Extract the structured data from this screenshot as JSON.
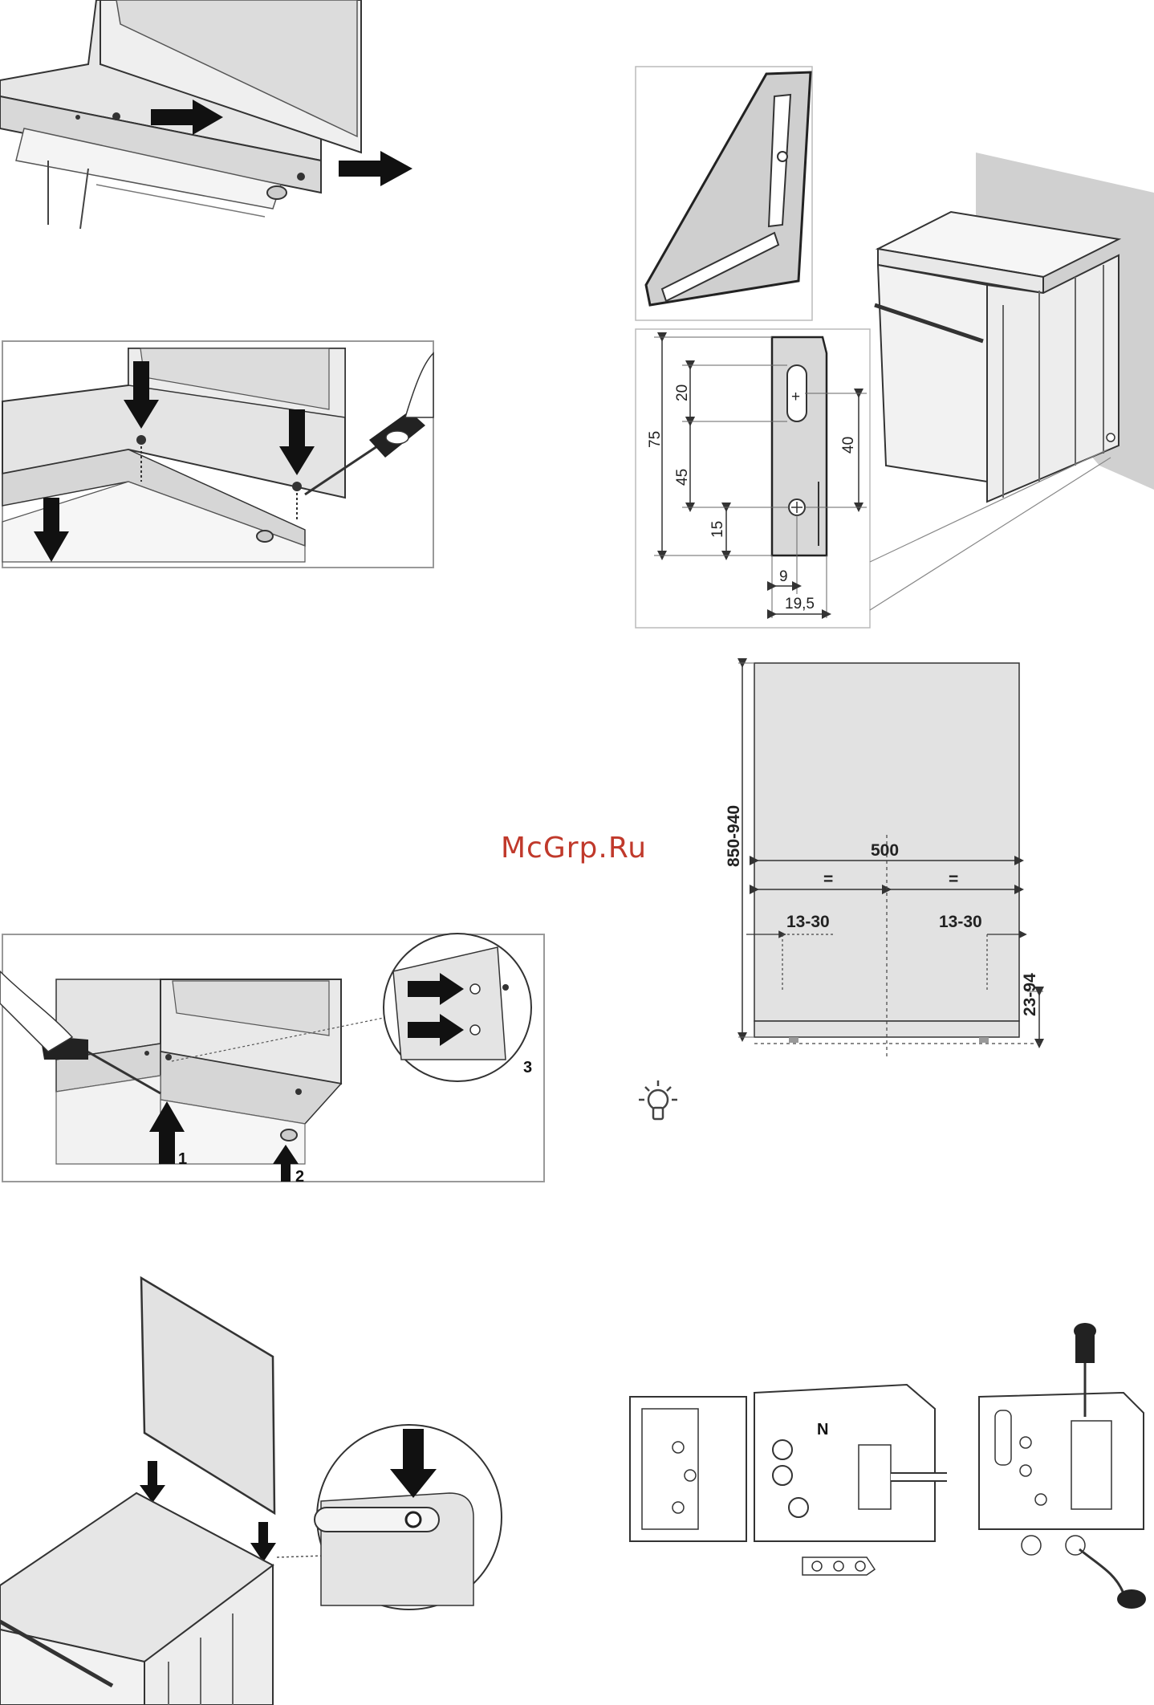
{
  "watermark": "McGrp.Ru",
  "bracket_dimensions": {
    "slot_length": "20",
    "total_height": "75",
    "mid_height": "45",
    "bottom_height": "15",
    "hole_spacing": "40",
    "hole_offset": "9",
    "bracket_width": "19,5"
  },
  "installation_dimensions": {
    "width": "500",
    "equal_left": "=",
    "equal_right": "=",
    "offset_left": "13-30",
    "offset_right": "13-30",
    "height": "850-940",
    "foot_height": "23-94"
  },
  "callouts": {
    "step_1": "1",
    "step_2": "2",
    "step_3": "3"
  },
  "tip_icon": "lightbulb-icon",
  "terminal_label": "N"
}
